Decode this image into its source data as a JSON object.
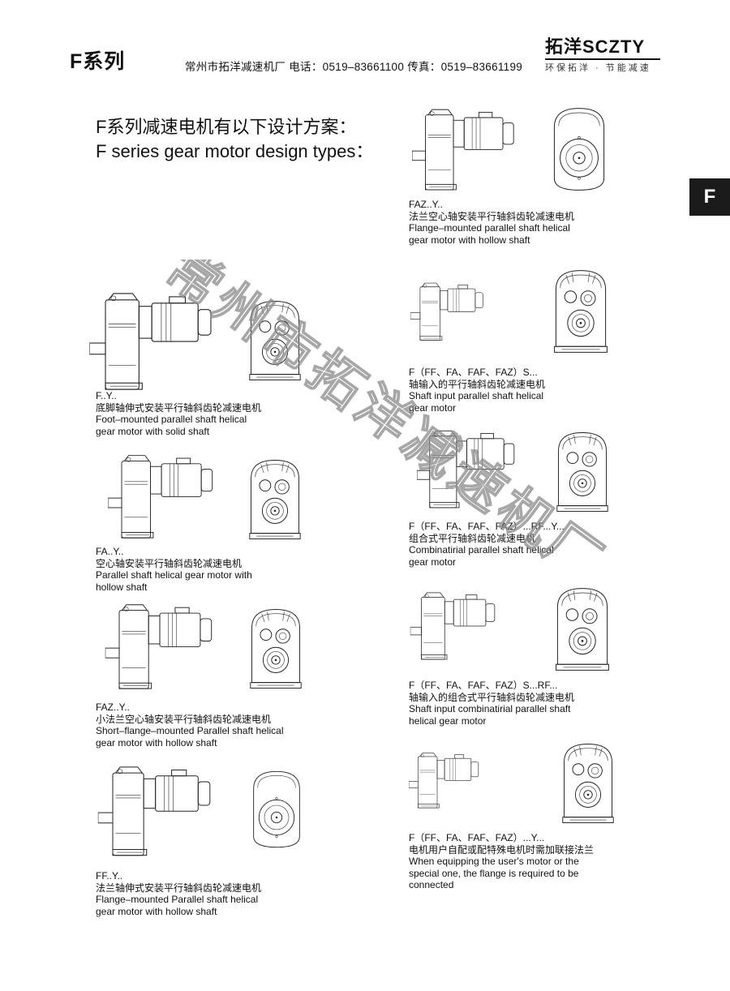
{
  "header": {
    "series_title": "F系列",
    "contact": "常州市拓洋减速机厂   电话：0519–83661100   传真：0519–83661199",
    "brand_name": "拓洋SCZTY",
    "brand_tagline": "环保拓洋 · 节能减速",
    "tab_letter": "F"
  },
  "intro": {
    "title_cn": "F系列减速电机有以下设计方案：",
    "title_en": "F series gear motor design types："
  },
  "watermark": {
    "text": "常州市拓洋减速机厂"
  },
  "left_designs": [
    {
      "code": "F..Y..",
      "name_cn": "底脚轴伸式安装平行轴斜齿轮减速电机",
      "name_en_1": "Foot–mounted parallel shaft helical",
      "name_en_2": "gear motor with solid shaft"
    },
    {
      "code": "FA..Y..",
      "name_cn": "空心轴安装平行轴斜齿轮减速电机",
      "name_en_1": "Parallel shaft helical gear motor with",
      "name_en_2": "hollow shaft"
    },
    {
      "code": "FAZ..Y..",
      "name_cn": "小法兰空心轴安装平行轴斜齿轮减速电机",
      "name_en_1": "Short–flange–mounted Parallel shaft helical",
      "name_en_2": "gear motor with hollow shaft"
    },
    {
      "code": "FF..Y..",
      "name_cn": "法兰轴伸式安装平行轴斜齿轮减速电机",
      "name_en_1": "Flange–mounted Parallel shaft helical",
      "name_en_2": "gear motor with hollow shaft"
    }
  ],
  "right_designs": [
    {
      "code": "FAZ..Y..",
      "name_cn": "法兰空心轴安装平行轴斜齿轮减速电机",
      "name_en_1": "Flange–mounted parallel shaft helical",
      "name_en_2": "gear motor with hollow shaft",
      "name_en_3": ""
    },
    {
      "code": "F（FF、FA、FAF、FAZ）S...",
      "name_cn": "轴输入的平行轴斜齿轮减速电机",
      "name_en_1": "Shaft input parallel shaft helical",
      "name_en_2": "gear motor",
      "name_en_3": ""
    },
    {
      "code": "F（FF、FA、FAF、FAZ）...RF...Y...",
      "name_cn": "组合式平行轴斜齿轮减速电机",
      "name_en_1": "Combinatirial parallel shaft helical",
      "name_en_2": "gear motor",
      "name_en_3": ""
    },
    {
      "code": "F（FF、FA、FAF、FAZ）S...RF...",
      "name_cn": "轴输入的组合式平行轴斜齿轮减速电机",
      "name_en_1": "Shaft input combinatirial parallel shaft",
      "name_en_2": "helical gear motor",
      "name_en_3": ""
    },
    {
      "code": "F（FF、FA、FAF、FAZ）...Y...",
      "name_cn": "电机用户自配或配特殊电机时需加联接法兰",
      "name_en_1": "When equipping the user's motor or the",
      "name_en_2": "special one, the flange is required to be",
      "name_en_3": "connected"
    }
  ]
}
